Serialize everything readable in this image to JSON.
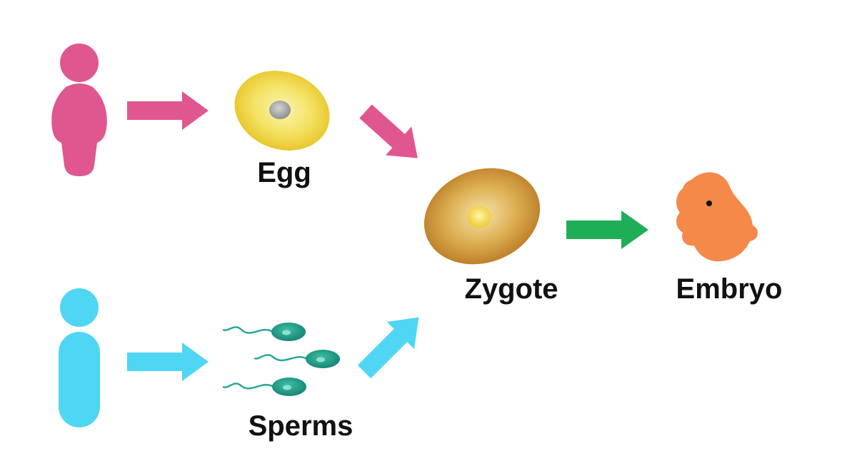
{
  "labels": {
    "egg": "Egg",
    "zygote": "Zygote",
    "embryo": "Embryo",
    "sperms": "Sperms"
  },
  "colors": {
    "female": "#e0578f",
    "male": "#4fd6f3",
    "egg_fill": "#f2dd4a",
    "zygote_fill": "#cf9a37",
    "embryo_fill": "#f4894a",
    "sperm_fill": "#1e9d88",
    "fertilization_arrow": "#1fae58",
    "text": "#111111"
  },
  "icons": {
    "female": "female-person-icon",
    "male": "male-person-icon",
    "egg": "egg-cell-icon",
    "sperm": "sperm-cell-icon",
    "zygote": "zygote-cell-icon",
    "embryo": "embryo-icon",
    "arrow": "arrow-icon"
  }
}
